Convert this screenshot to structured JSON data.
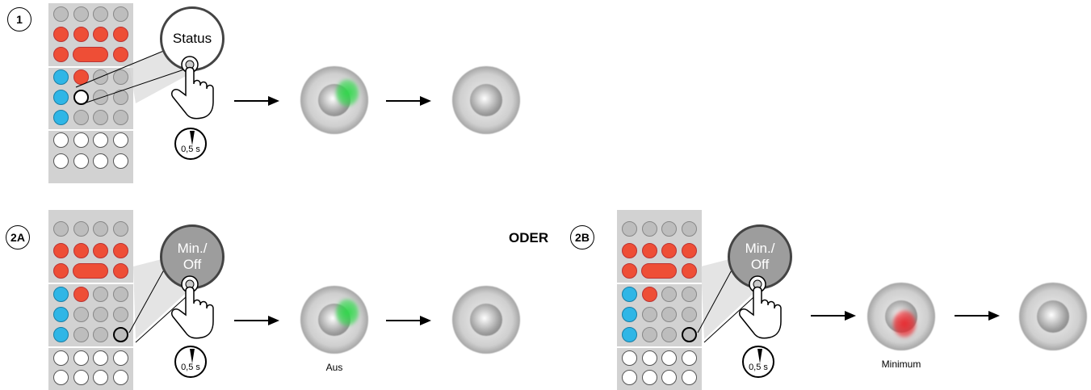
{
  "colors": {
    "remote_body": "#d2d2d2",
    "button_red": "#ee4e36",
    "button_blue": "#2fb6e6",
    "button_grey": "#bdbdbd",
    "led_green": "#2fd84a",
    "led_red": "#e8282d",
    "magnifier_grey": "#9d9d9d"
  },
  "steps": {
    "step1": {
      "badge": "1",
      "magnifier_text": "Status",
      "timer": "0,5 s"
    },
    "step2a": {
      "badge": "2A",
      "magnifier_line1": "Min./",
      "magnifier_line2": "Off",
      "timer": "0,5 s",
      "led_caption": "Aus"
    },
    "or_label": "ODER",
    "step2b": {
      "badge": "2B",
      "magnifier_line1": "Min./",
      "magnifier_line2": "Off",
      "timer": "0,5 s",
      "led_caption": "Minimum"
    }
  },
  "icons": [
    "hand-pointer-icon",
    "arrow-right-icon",
    "stopwatch-icon",
    "sensor-led-icon"
  ]
}
